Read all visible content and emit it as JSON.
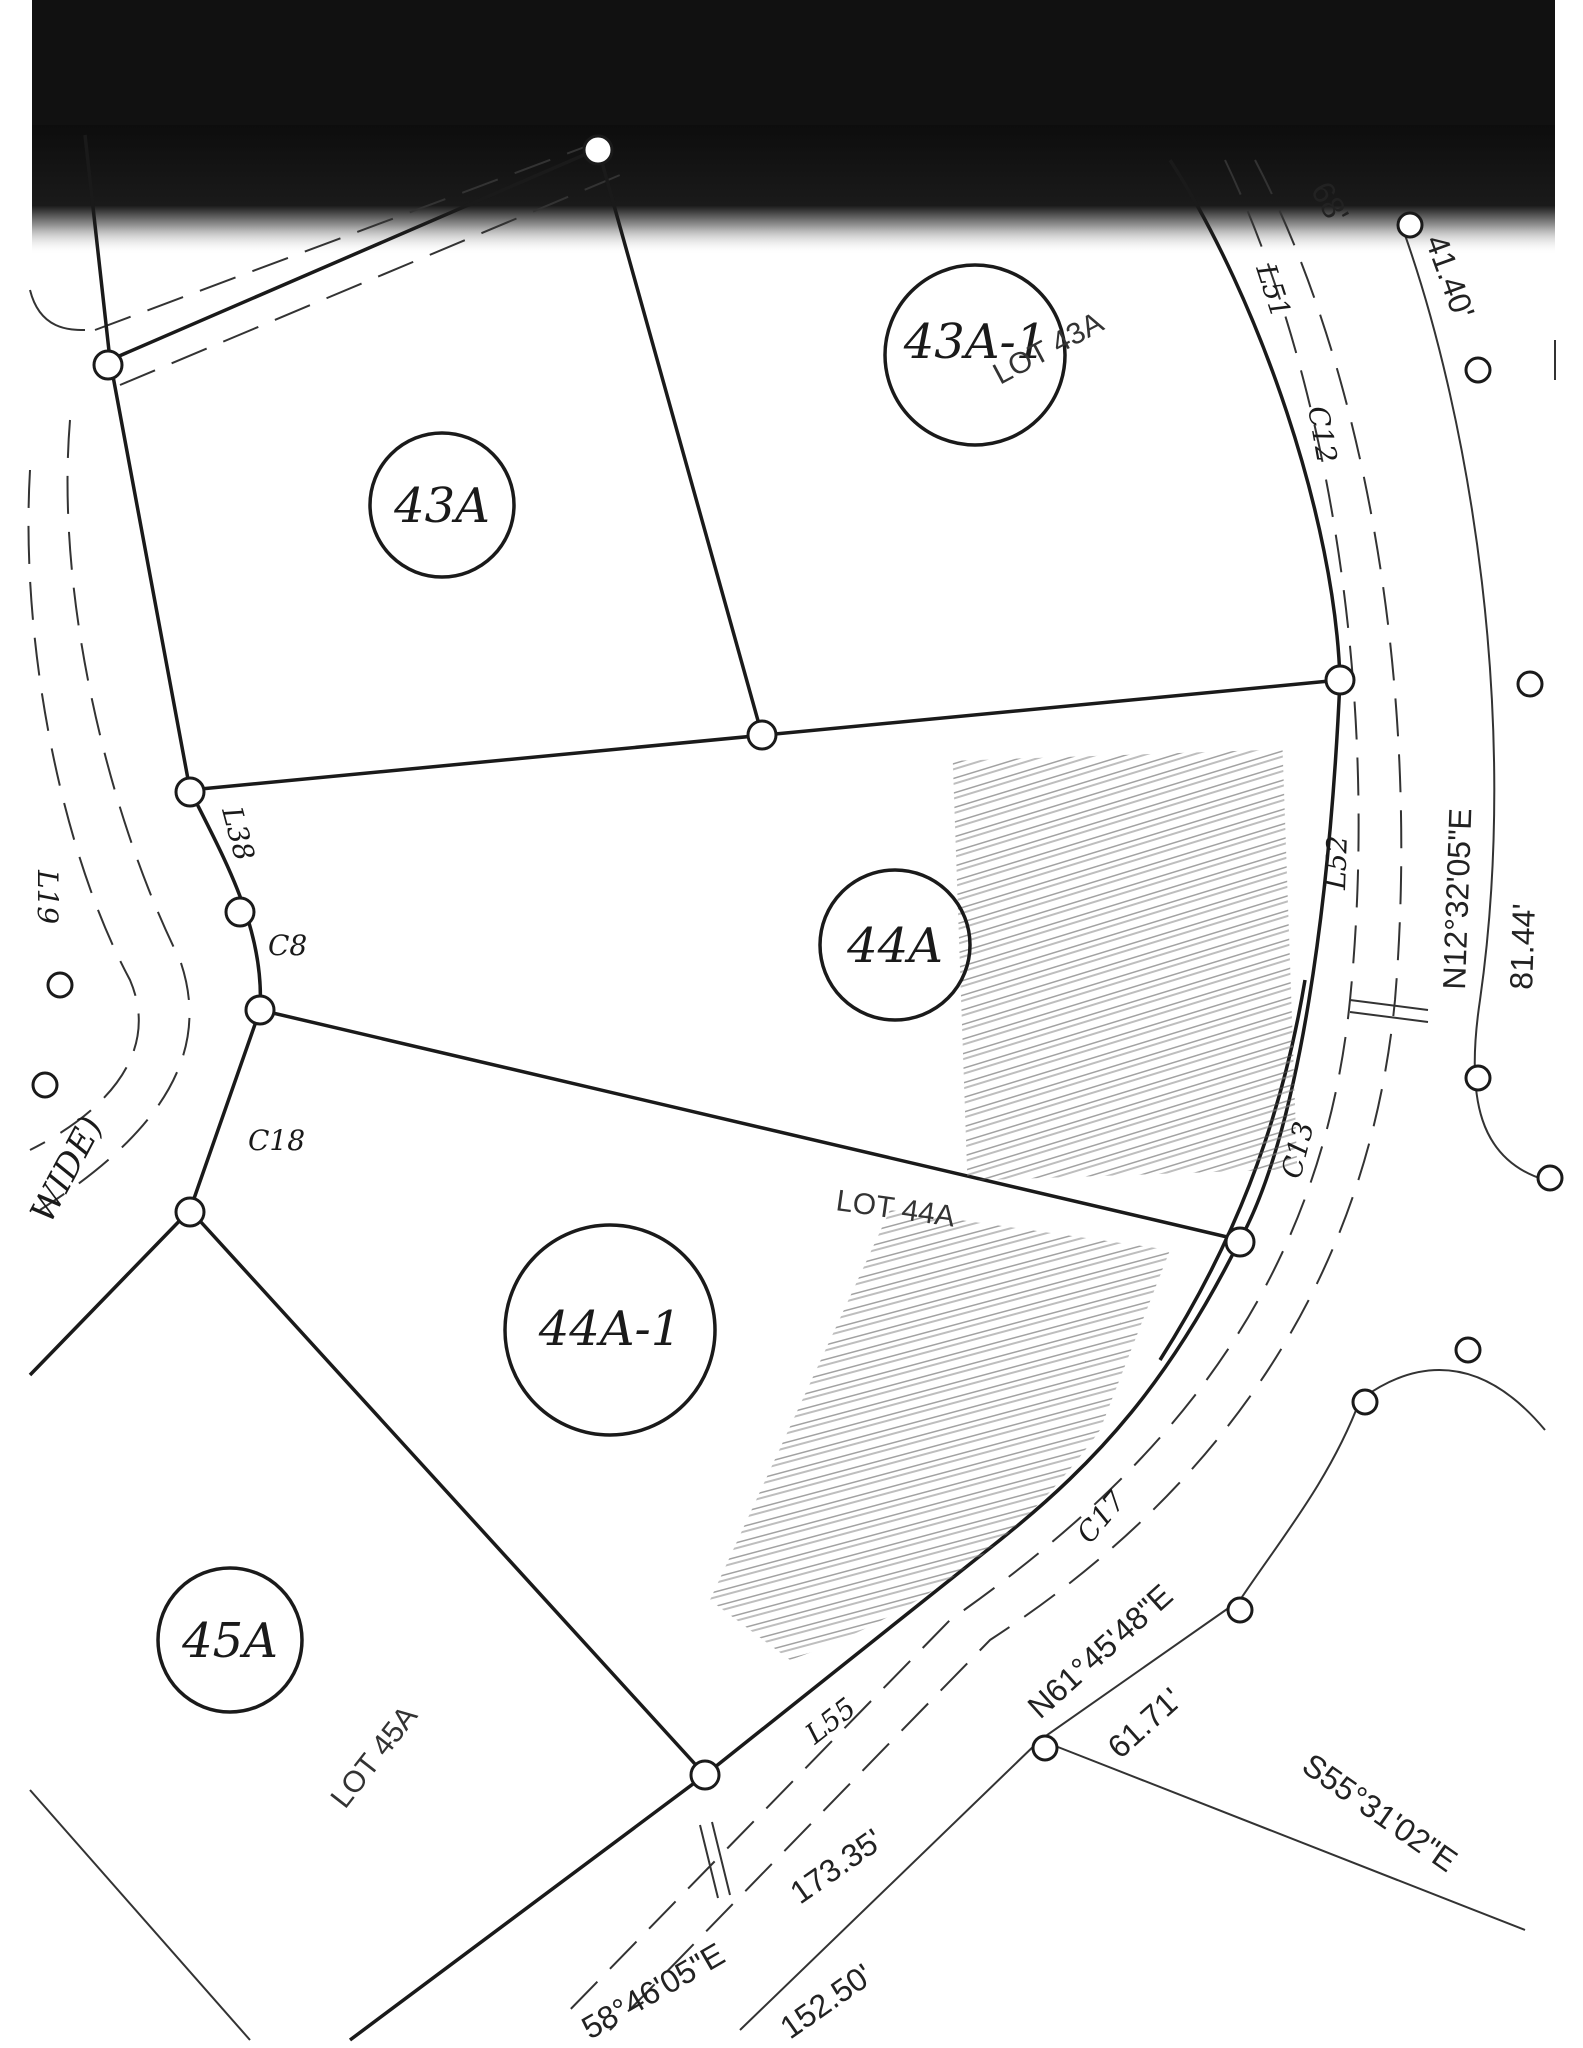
{
  "lots": {
    "l43a": "43A",
    "l43a1": "43A-1",
    "l44a": "44A",
    "l44a1": "44A-1",
    "l45a": "45A"
  },
  "ghost_lots": {
    "lot43a": "LOT 43A",
    "lot44a": "LOT 44A",
    "lot45a": "LOT 45A"
  },
  "segments": {
    "l51": "L51",
    "c12": "C12",
    "l52": "L52",
    "c13": "C13",
    "c17": "C17",
    "l55": "L55",
    "l38": "L38",
    "c8": "C8",
    "c18": "C18",
    "l19": "L19"
  },
  "street": {
    "wide": "WIDE)"
  },
  "bearings": {
    "b_n12": "N12°32'05\"E",
    "b_n61": "N61°45'48\"E",
    "b_s55": "S55°31'02\"E",
    "b_58": "58°46'05\"E"
  },
  "distances": {
    "d_4140": "41.40'",
    "d_8144": "81.44'",
    "d_6171": "61.71'",
    "d_17335": "173.35'",
    "d_15250": "152.50'",
    "d_68": "68'"
  }
}
